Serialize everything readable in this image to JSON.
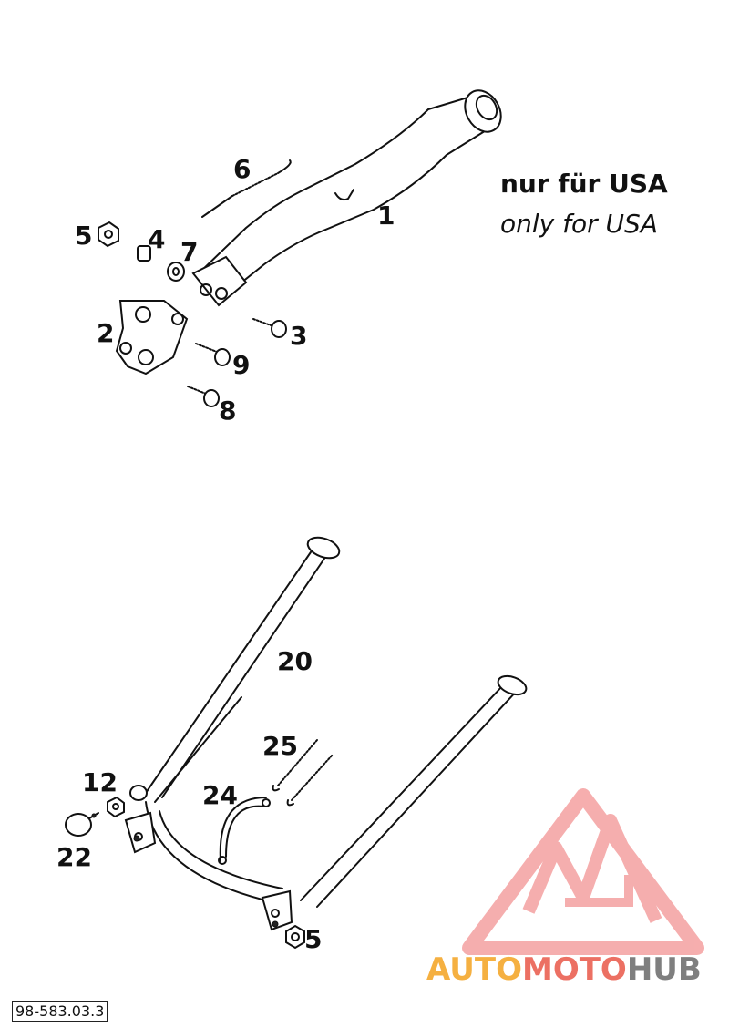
{
  "note": {
    "german": "nur für USA",
    "english": "only for USA"
  },
  "callouts": {
    "c1": "1",
    "c2": "2",
    "c3": "3",
    "c4": "4",
    "c5a": "5",
    "c6": "6",
    "c7": "7",
    "c8": "8",
    "c9": "9",
    "c20": "20",
    "c25": "25",
    "c12": "12",
    "c24": "24",
    "c22": "22",
    "c5b": "5"
  },
  "document_number": "98-583.03.3",
  "watermark": {
    "part1": "AUTO",
    "part2": "MOTO",
    "part3": "HUB"
  },
  "colors": {
    "line": "#111111",
    "watermark_orange": "#f5b041",
    "watermark_red": "#ec7063",
    "watermark_grey": "#7f7f7f",
    "logo_fill": "#f4a0a0"
  }
}
